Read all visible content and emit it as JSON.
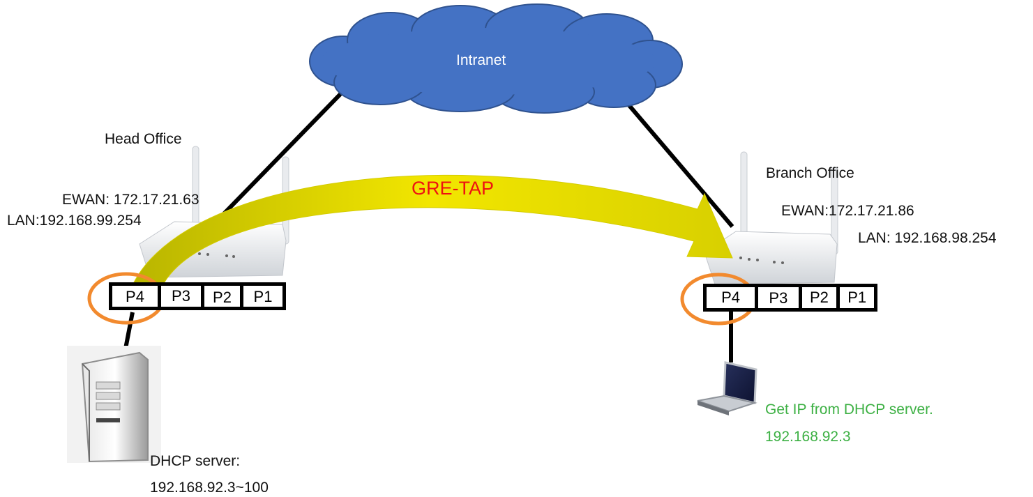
{
  "cloud": {
    "label": "Intranet",
    "color": "#4472c4"
  },
  "tunnel": {
    "label": "GRE-TAP",
    "color": "#f2e600",
    "text_color": "#ee1111"
  },
  "head_office": {
    "title": "Head Office",
    "ewan": "EWAN: 172.17.21.63",
    "lan": "LAN:192.168.99.254",
    "ports": [
      "P4",
      "P3",
      "P2",
      "P1"
    ]
  },
  "branch_office": {
    "title": "Branch Office",
    "ewan": "EWAN:172.17.21.86",
    "lan": "LAN: 192.168.98.254",
    "ports": [
      "P4",
      "P3",
      "P2",
      "P1"
    ]
  },
  "dhcp_server": {
    "line1": "DHCP server:",
    "line2": "192.168.92.3~100"
  },
  "client": {
    "line1": "Get IP from DHCP server.",
    "line2": "192.168.92.3",
    "color": "#3cb043"
  },
  "highlight_color": "#f28a2e"
}
